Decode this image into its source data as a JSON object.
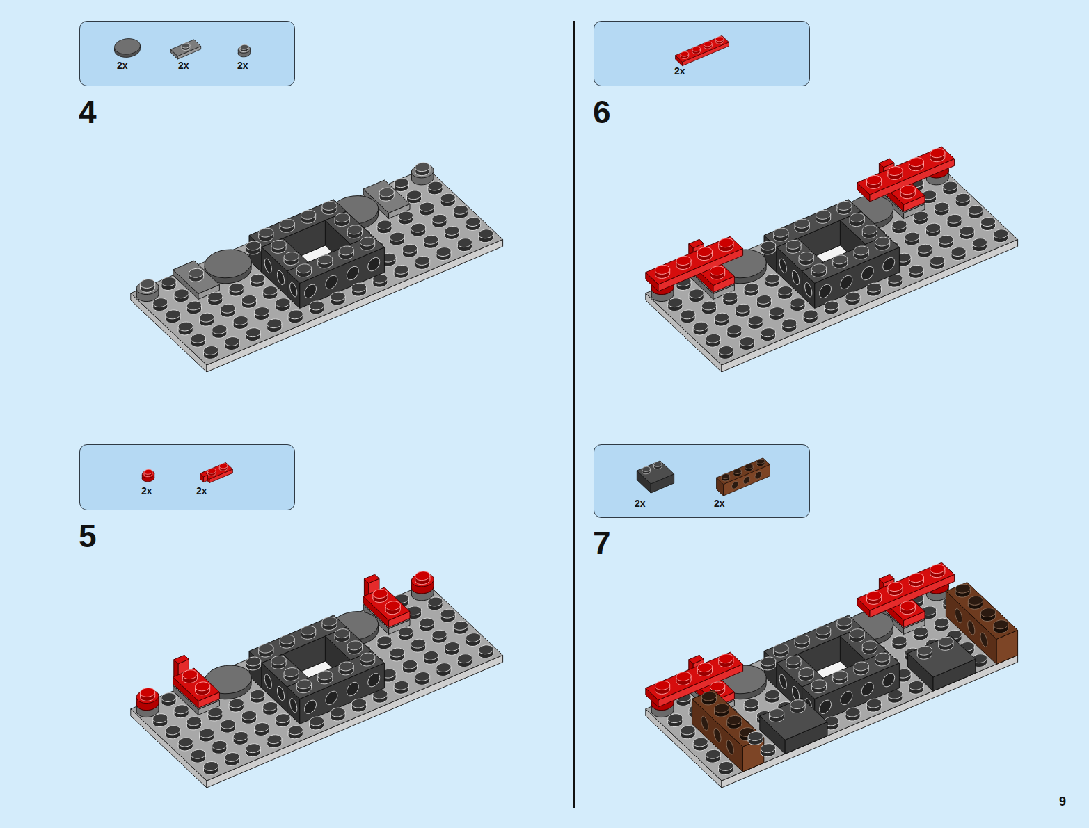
{
  "diagram": {
    "nodes": [
      {
        "text": [
          "2x",
          "2x",
          "2x"
        ]
      },
      {
        "text": [
          "2x",
          "2x"
        ]
      },
      {
        "text": [
          "2x"
        ]
      },
      {
        "text": [
          "2x",
          "2x"
        ]
      }
    ],
    "labels": [
      "4",
      "5",
      "6",
      "7",
      "9"
    ]
  }
}
